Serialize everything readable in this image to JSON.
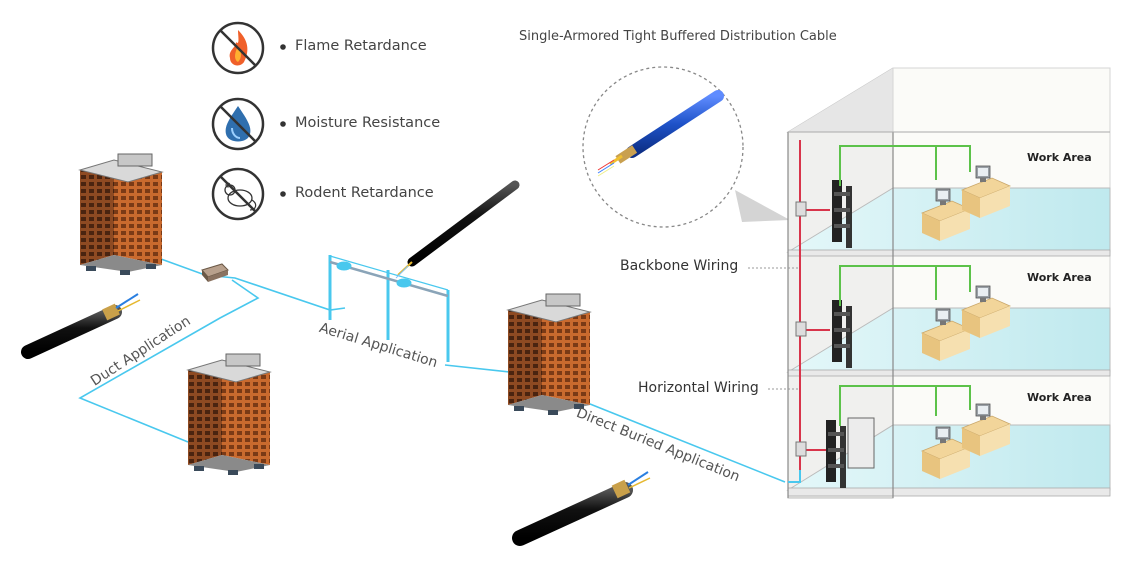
{
  "features": [
    {
      "icon": "no-flame-icon",
      "label": "Flame Retardance"
    },
    {
      "icon": "no-water-drop-icon",
      "label": "Moisture Resistance"
    },
    {
      "icon": "no-rodent-icon",
      "label": "Rodent Retardance"
    }
  ],
  "cable_title": "Single-Armored Tight Buffered Distribution Cable",
  "applications": {
    "duct": "Duct Application",
    "aerial": "Aerial Application",
    "buried": "Direct Buried Application"
  },
  "wiring": {
    "backbone": "Backbone Wiring",
    "horizontal": "Horizontal Wiring"
  },
  "work_areas": [
    "Work Area",
    "Work Area",
    "Work Area"
  ],
  "colors": {
    "link_line": "#49c8ee",
    "cable_blue": "#1e52c8",
    "green_wire": "#5cc24a",
    "red_wire": "#d8344a",
    "building_orange": "#c96a2e",
    "floor_tint": "#c8eef2"
  }
}
